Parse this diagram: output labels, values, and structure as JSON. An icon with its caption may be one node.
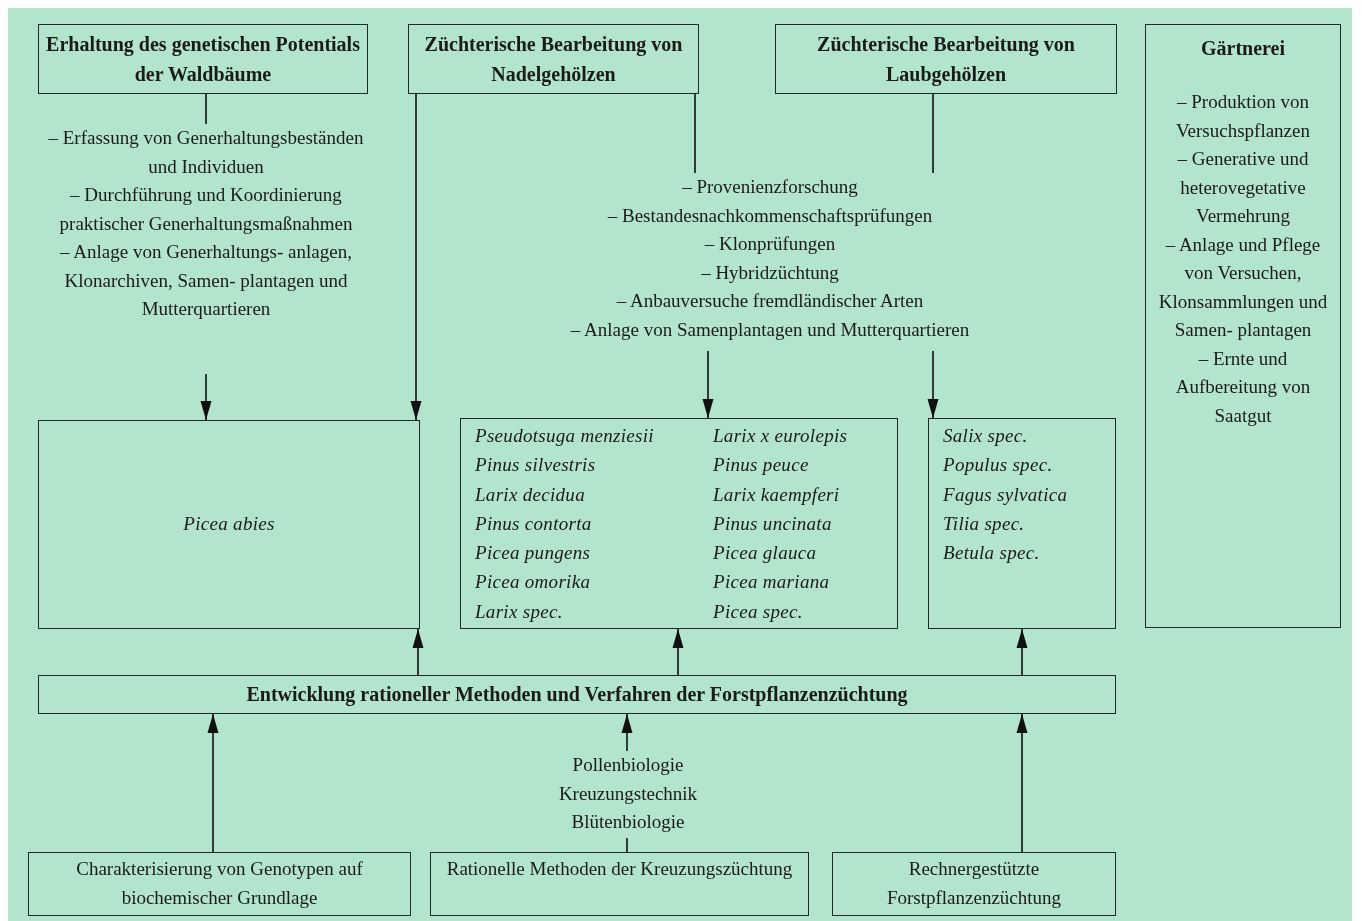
{
  "diagram": {
    "nodes": [
      {
        "text": [
          "Erhaltung des genetischen Potentials der Waldbäume"
        ]
      },
      {
        "text": [
          "– Erfassung von Generhaltungsbeständen und Individuen",
          "– Durchführung und Koordinierung praktischer Generhaltungsmaßnahmen",
          "– Anlage von Generhaltungs- anlagen, Klonarchiven, Samen- plantagen und Mutterquartieren"
        ]
      },
      {
        "text": [
          "Züchterische Bearbeitung von Nadelgehölzen"
        ]
      },
      {
        "text": [
          "Züchterische Bearbeitung von Laubgehölzen"
        ]
      },
      {
        "text": [
          "Gärtnerei",
          "– Produktion von Versuchspflanzen",
          "– Generative und heterovegetative Vermehrung",
          "– Anlage und Pflege von Versuchen, Klonsammlungen und Samen- plantagen",
          "– Ernte und Aufbereitung von Saatgut"
        ]
      },
      {
        "text": [
          "– Provenienzforschung",
          "– Bestandesnachkommenschaftsprüfungen",
          "– Klonprüfungen",
          "– Hybridzüchtung",
          "– Anbauversuche fremdländischer Arten",
          "– Anlage von Samenplantagen und Mutterquartieren"
        ]
      },
      {
        "text": [
          "Picea abies"
        ]
      },
      {
        "text": [
          "Pseudotsuga menziesii",
          "Larix x eurolepis",
          "Pinus silvestris",
          "Pinus peuce",
          "Larix decidua",
          "Larix kaempferi",
          "Pinus contorta",
          "Pinus uncinata",
          "Picea pungens",
          "Picea glauca",
          "Picea omorika",
          "Picea mariana",
          "Larix spec.",
          "Picea spec."
        ]
      },
      {
        "text": [
          "Salix spec.",
          "Populus spec.",
          "Fagus sylvatica",
          "Tilia spec.",
          "Betula spec."
        ]
      },
      {
        "text": [
          "Entwicklung rationeller Methoden und Verfahren der Forstpflanzenzüchtung"
        ]
      },
      {
        "text": [
          "Pollenbiologie",
          "Kreuzungstechnik",
          "Blütenbiologie"
        ]
      },
      {
        "text": [
          "Charakterisierung von Genotypen auf biochemischer Grundlage"
        ]
      },
      {
        "text": [
          "Rationelle Methoden der Kreuzungszüchtung"
        ]
      },
      {
        "text": [
          "Rechnergestützte Forstpflanzenzüchtung"
        ]
      }
    ],
    "edges": [
      {
        "from": 0,
        "to": 1,
        "arrow": "none"
      },
      {
        "from": 1,
        "to": 6,
        "arrow": "to"
      },
      {
        "from": 2,
        "to": 6,
        "arrow": "to"
      },
      {
        "from": 2,
        "to": 5,
        "arrow": "none"
      },
      {
        "from": 3,
        "to": 5,
        "arrow": "none"
      },
      {
        "from": 5,
        "to": 7,
        "arrow": "to"
      },
      {
        "from": 5,
        "to": 8,
        "arrow": "to"
      },
      {
        "from": 9,
        "to": 6,
        "arrow": "to"
      },
      {
        "from": 9,
        "to": 7,
        "arrow": "to"
      },
      {
        "from": 9,
        "to": 8,
        "arrow": "to"
      },
      {
        "from": 11,
        "to": 9,
        "arrow": "to"
      },
      {
        "from": 10,
        "to": 9,
        "arrow": "to"
      },
      {
        "from": 12,
        "to": 10,
        "arrow": "none"
      },
      {
        "from": 13,
        "to": 9,
        "arrow": "to"
      }
    ]
  }
}
